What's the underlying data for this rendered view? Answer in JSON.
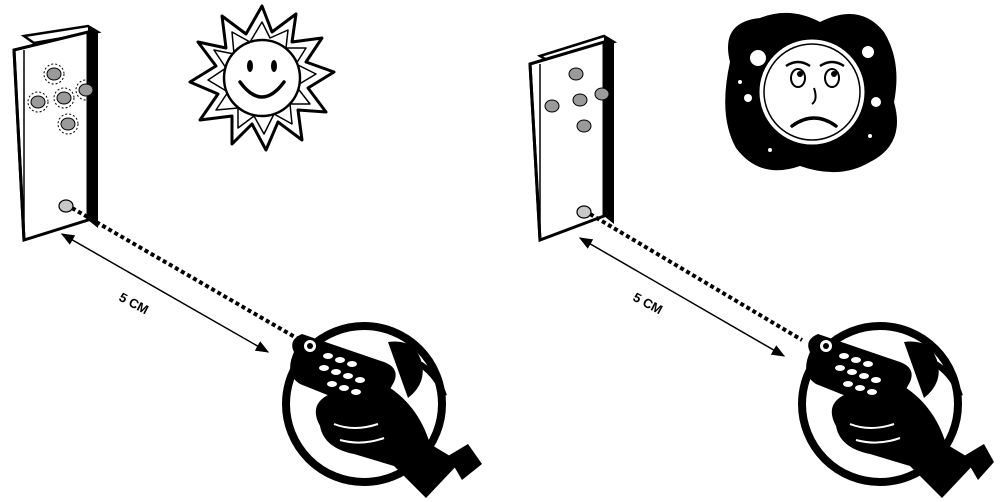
{
  "panels": [
    {
      "id": "left",
      "mood": "happy-sun",
      "distance_label": "5 CM",
      "led_count": 5,
      "leds_lit": true
    },
    {
      "id": "right",
      "mood": "sad-face",
      "distance_label": "5 CM",
      "led_count": 5,
      "leds_lit": false
    }
  ],
  "icons": [
    "sun-icon",
    "sad-face-icon",
    "remote-control-icon",
    "hand-icon",
    "led-panel-icon"
  ],
  "colors": {
    "ink": "#000000",
    "led": "#9a9a9a",
    "background": "#ffffff"
  }
}
